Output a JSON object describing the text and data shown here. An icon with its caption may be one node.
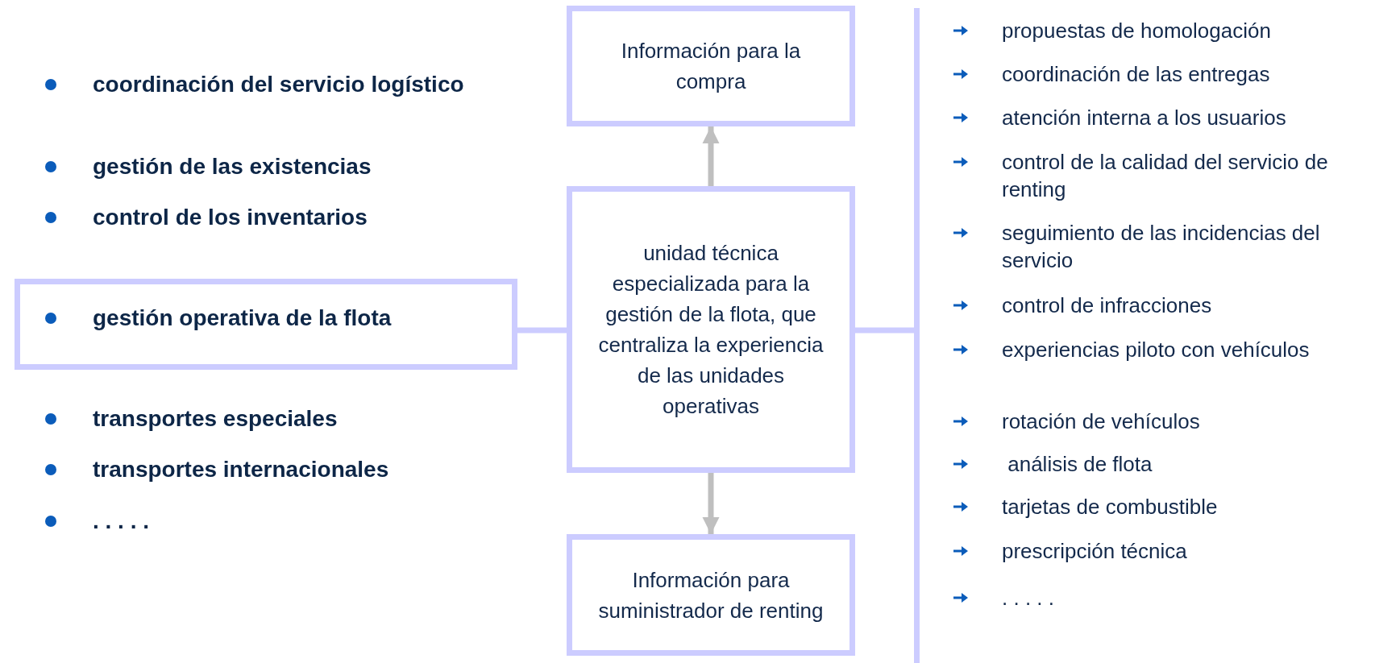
{
  "diagram": {
    "nodes": [
      {
        "text": [
          "gestión operativa de la flota"
        ]
      },
      {
        "text": [
          "unidad técnica especializada para la gestión de la flota, que centraliza la experiencia de las unidades operativas"
        ]
      },
      {
        "text": [
          "Información para la compra"
        ]
      },
      {
        "text": [
          "Información para suministrador de renting"
        ]
      },
      {
        "text": [],
        "shape": "bar"
      }
    ],
    "edges": [
      {
        "from": 0,
        "to": 1,
        "arrow": "none"
      },
      {
        "from": 1,
        "to": 2,
        "arrow": "to",
        "color": "#bfbfbf"
      },
      {
        "from": 1,
        "to": 3,
        "arrow": "to",
        "color": "#bfbfbf"
      },
      {
        "from": 1,
        "to": 4,
        "arrow": "none"
      }
    ],
    "labels": [
      "coordinación del servicio logístico",
      "gestión de las existencias",
      "control de los inventarios",
      "transportes especiales",
      "transportes internacionales",
      ". . . . .",
      "propuestas de homologación",
      "coordinación de las entregas",
      "atención interna a los usuarios",
      "control de la calidad del servicio de renting",
      "seguimiento de las incidencias del servicio",
      "control de infracciones",
      "experiencias piloto con vehículos",
      "rotación de vehículos",
      " análisis de flota",
      "tarjetas de combustible",
      "prescripción técnica",
      ". . . . ."
    ]
  }
}
